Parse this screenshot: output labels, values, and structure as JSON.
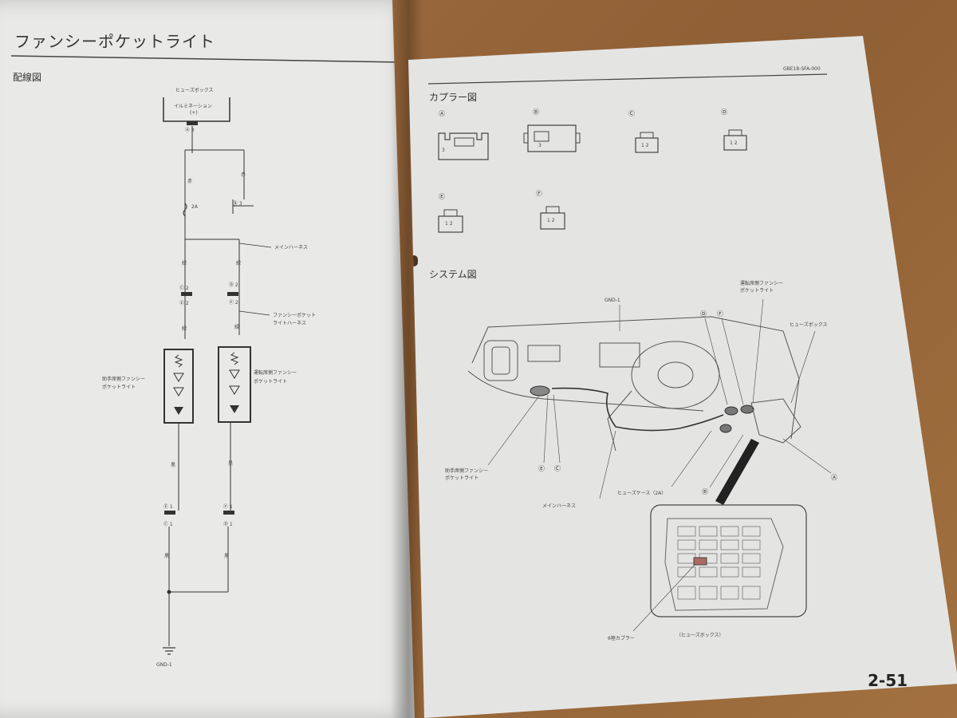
{
  "left_page": {
    "title": "ファンシーポケットライト",
    "section": "配線図",
    "fuse_box_label": "ヒューズボックス",
    "illumination_label": "イルミネーション",
    "plus_symbol": "(+)",
    "connector_a3": "Ⓐ 3",
    "connector_b3": "Ⓑ 3",
    "wire_red": "赤",
    "wire_red_2": "赤",
    "fuse_2a": "2A",
    "main_harness": "メインハーネス",
    "wire_green_1": "緑",
    "wire_green_2": "緑",
    "c2": "Ⓒ 2",
    "e2": "Ⓔ 2",
    "d2": "Ⓓ 2",
    "f2": "Ⓕ 2",
    "fancy_harness_1": "ファンシーポケット",
    "fancy_harness_2": "ライトハーネス",
    "wire_green_3": "緑",
    "wire_green_4": "緑",
    "passenger_light_1": "助手席側ファンシー",
    "passenger_light_2": "ポケットライト",
    "driver_light_1": "運転席側ファンシー",
    "driver_light_2": "ポケットライト",
    "wire_black_1": "黒",
    "wire_black_2": "黒",
    "e1": "Ⓔ 1",
    "c1": "Ⓒ 1",
    "f1": "Ⓕ 1",
    "d1": "Ⓓ 1",
    "wire_black_3": "黒",
    "wire_black_4": "黒",
    "gnd": "GND-1"
  },
  "right_page": {
    "doc_code": "GBE18-SFA-000",
    "coupler_section": "カプラー図",
    "conn_a": "Ⓐ",
    "conn_b": "Ⓑ",
    "conn_c": "Ⓒ",
    "conn_d": "Ⓓ",
    "conn_e": "Ⓔ",
    "conn_f": "Ⓕ",
    "pin_3a": "3",
    "pin_3b": "3",
    "pins_c": "1 2",
    "pins_d": "1 2",
    "pins_e": "1 2",
    "pins_f": "1 2",
    "system_section": "システム図",
    "gnd": "GND-1",
    "driver_light_1": "運転席側ファンシー",
    "driver_light_2": "ポケットライト",
    "fuse_box": "ヒューズボックス",
    "label_d": "Ⓓ",
    "label_f": "Ⓕ",
    "passenger_light_1": "助手席側ファンシー",
    "passenger_light_2": "ポケットライト",
    "label_e": "Ⓔ",
    "label_c": "Ⓒ",
    "fuse_case": "ヒューズケース（2A）",
    "main_harness": "メインハーネス",
    "label_b": "Ⓑ",
    "label_a": "Ⓐ",
    "six_pole": "6極カプラー",
    "fuse_box_paren": "（ヒューズボックス）",
    "page_number": "2-51"
  }
}
